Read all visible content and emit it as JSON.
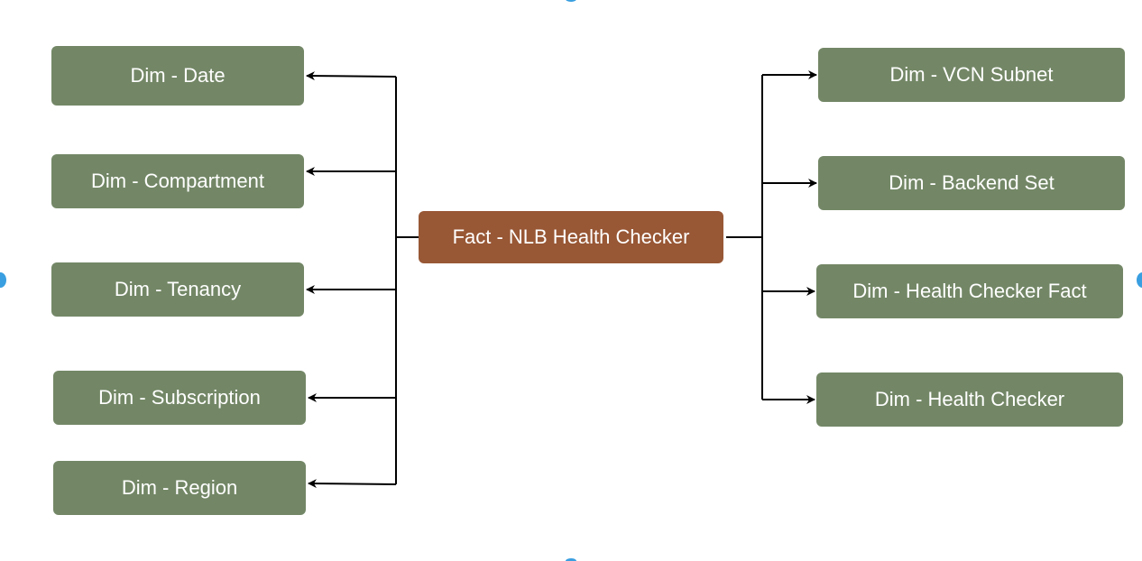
{
  "diagram": {
    "fact": {
      "label": "Fact - NLB Health Checker"
    },
    "left_dims": [
      {
        "label": "Dim - Date"
      },
      {
        "label": "Dim - Compartment"
      },
      {
        "label": "Dim - Tenancy"
      },
      {
        "label": "Dim - Subscription"
      },
      {
        "label": "Dim - Region"
      }
    ],
    "right_dims": [
      {
        "label": "Dim - VCN Subnet"
      },
      {
        "label": "Dim - Backend Set"
      },
      {
        "label": "Dim - Health Checker Fact"
      },
      {
        "label": "Dim - Health Checker"
      }
    ],
    "colors": {
      "dim_fill": "#738766",
      "fact_fill": "#985735",
      "connector": "#000000",
      "selection_handle": "#3a9fe0"
    }
  }
}
